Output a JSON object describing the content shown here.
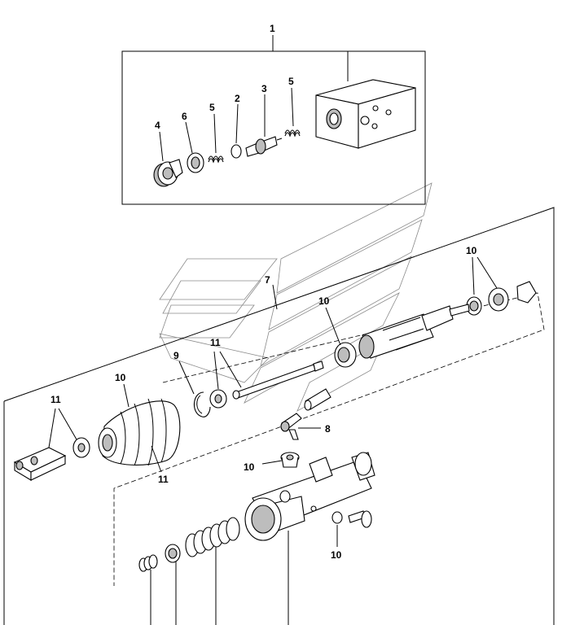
{
  "callouts": {
    "valve_block_assembly": "1",
    "ring_small": "2",
    "valve_piston": "3",
    "plug_cap": "4",
    "spring_left": "5",
    "spring_right": "5",
    "seal_ring": "6",
    "master_cylinder_assembly": "7",
    "bleed_nipple": "8",
    "snap_ring": "9",
    "dust_boot": "10",
    "seal_top_right": "10",
    "seal_mid": "10",
    "seal_nipple": "10",
    "washer_bolt": "10",
    "clevis_nut": "11",
    "rod_washer": "11",
    "boot_bottom": "11"
  }
}
